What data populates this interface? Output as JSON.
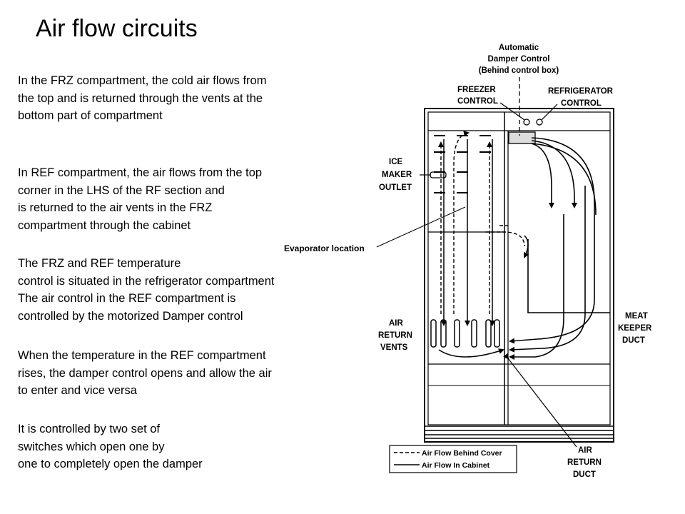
{
  "title": "Air flow circuits",
  "paragraphs": {
    "frz": [
      "In the FRZ compartment, the cold air flows from",
      "the top and is returned through the vents at the",
      "bottom part of compartment"
    ],
    "ref": [
      "In REF compartment, the air flows from the top",
      "corner in the LHS of the RF section and",
      "is returned to the air vents in the FRZ",
      "compartment through the cabinet"
    ],
    "control": [
      "The FRZ and REF temperature",
      "control is situated in the refrigerator compartment",
      "The air control in the REF compartment is",
      "controlled by the motorized Damper control"
    ],
    "damper": [
      "When the temperature in the REF compartment",
      "rises, the damper control opens and allow the air",
      "to enter and vice versa"
    ],
    "switches": [
      "It is controlled by two set of",
      "switches which open one by",
      "one to completely open the damper"
    ]
  },
  "diagram": {
    "auto_damper": [
      "Automatic",
      "Damper Control",
      "(Behind control box)"
    ],
    "freezer_control": [
      "FREEZER",
      "CONTROL"
    ],
    "refrigerator_control": [
      "REFRIGERATOR",
      "CONTROL"
    ],
    "ice_maker": [
      "ICE",
      "MAKER",
      "OUTLET"
    ],
    "evaporator": "Evaporator location",
    "air_return_vents": [
      "AIR",
      "RETURN",
      "VENTS"
    ],
    "meat_keeper": [
      "MEAT",
      "KEEPER",
      "DUCT"
    ],
    "air_return_duct": [
      "AIR",
      "RETURN",
      "DUCT"
    ],
    "legend": {
      "behind_cover": "Air Flow Behind Cover",
      "in_cabinet": "Air Flow In Cabinet"
    }
  }
}
